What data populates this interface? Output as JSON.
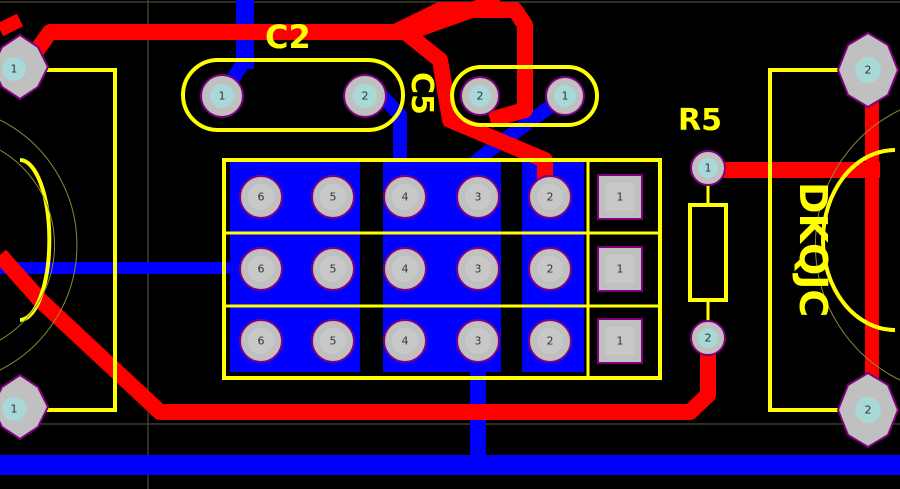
{
  "canvas": {
    "background": "#000000",
    "top_layer_color": "#ff0000",
    "bottom_layer_color": "#0000ff",
    "silkscreen_color": "#ffff00",
    "pad_color": "#c0c0c0",
    "pad_outline_color": "#800080",
    "pad_label_color": "#333333"
  },
  "components": {
    "c2": {
      "designator": "C2",
      "pin1": "1",
      "pin2": "2"
    },
    "c5": {
      "designator": "C5",
      "pin1": "1",
      "pin2": "2"
    },
    "r5": {
      "designator": "R5",
      "pin1": "1",
      "pin2": "2"
    },
    "header": {
      "rows": [
        [
          "6",
          "5",
          "4",
          "3",
          "2",
          "1"
        ],
        [
          "6",
          "5",
          "4",
          "3",
          "2",
          "1"
        ],
        [
          "6",
          "5",
          "4",
          "3",
          "2",
          "1"
        ]
      ]
    },
    "left_part": {
      "pins": [
        "1",
        "1"
      ]
    },
    "right_part": {
      "designator": "DKQJC",
      "pins": [
        "2",
        "2"
      ]
    }
  }
}
